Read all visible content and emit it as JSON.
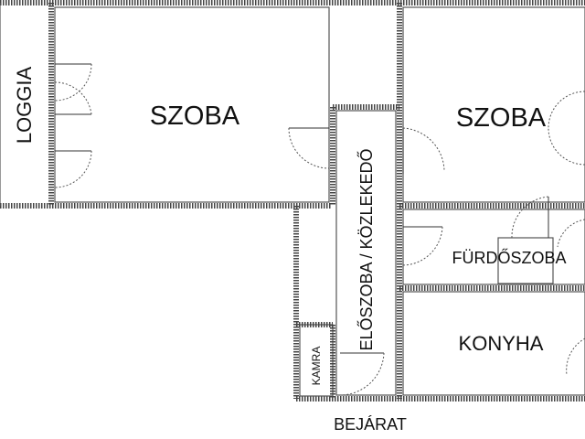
{
  "floorplan": {
    "rooms": {
      "loggia": "LOGGIA",
      "room_left": "SZOBA",
      "room_right": "SZOBA",
      "hallway": "ELŐSZOBA / KÖZLEKEDŐ",
      "bathroom": "FÜRDŐSZOBA",
      "kitchen": "KONYHA",
      "pantry": "KAMRA"
    },
    "entrance": "BEJÁRAT"
  },
  "colors": {
    "wall": "#444444",
    "background": "#ffffff",
    "text": "#111111"
  }
}
